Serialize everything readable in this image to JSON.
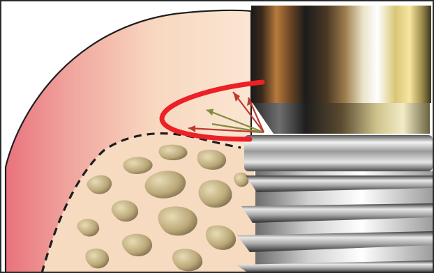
{
  "diagram": {
    "elements": [
      "soft-tissue",
      "crestal-bone",
      "implant-abutment",
      "implant-collar",
      "implant-threads",
      "force-arc",
      "force-arrows"
    ]
  },
  "colors": {
    "background": "#ffffff",
    "frame": "#2a2a2a",
    "soft_tissue_light": "#f8dcc4",
    "soft_tissue_dark": "#e9727c",
    "bone_base": "#f6dbc0",
    "bone_pore": "#cdbf96",
    "bone_pore_shadow": "#8f7f5e",
    "bone_outline": "#1e1e1e",
    "force_arc": "#ec2026",
    "force_arrow": "#c0392b",
    "force_arrow_alt": "#7f8c3a",
    "metal_dark": "#262626",
    "metal_bronze": "#8a5a2e",
    "metal_gold": "#f1e39a",
    "metal_silver": "#c8c8c8"
  },
  "icons": {
    "force_arrows": "arrow-icon",
    "arc": "arc-icon"
  }
}
